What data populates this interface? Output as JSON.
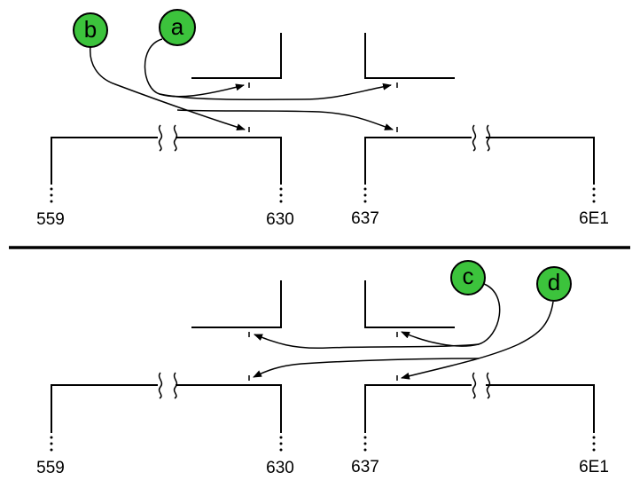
{
  "nodes": {
    "a": "a",
    "b": "b",
    "c": "c",
    "d": "d"
  },
  "labels": {
    "top": [
      "559",
      "630",
      "637",
      "6E1"
    ],
    "bottom": [
      "559",
      "630",
      "637",
      "6E1"
    ]
  },
  "colors": {
    "node_fill": "#3cc33c"
  }
}
